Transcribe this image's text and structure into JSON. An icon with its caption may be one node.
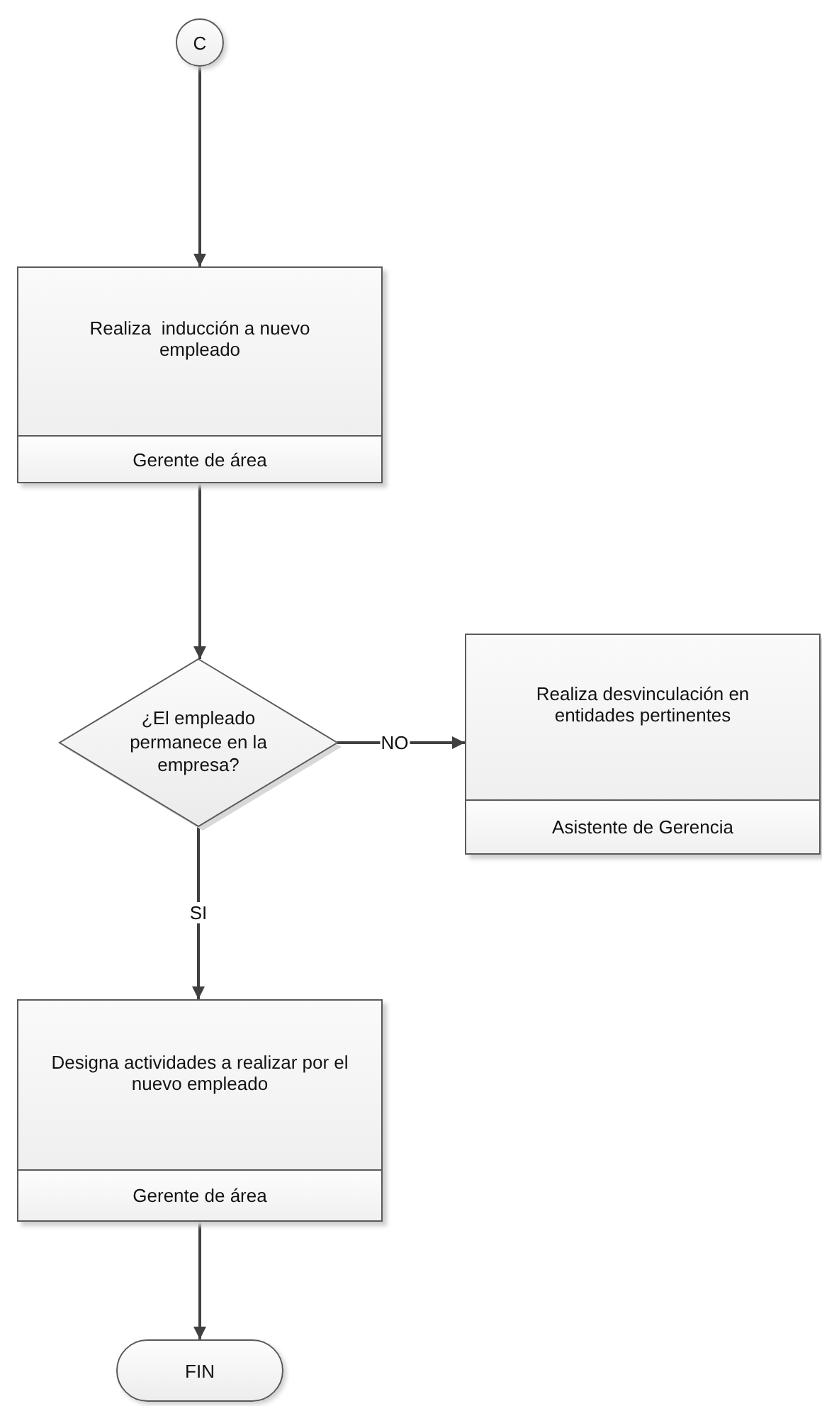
{
  "diagram": {
    "nodes": [
      {
        "text": [
          "C"
        ]
      },
      {
        "text": [
          "Realiza  inducción a nuevo empleado",
          "Gerente de área"
        ]
      },
      {
        "text": [
          "¿El empleado permanece en la empresa?"
        ]
      },
      {
        "text": [
          "Realiza desvinculación en entidades pertinentes",
          "Asistente de Gerencia"
        ]
      },
      {
        "text": [
          "Designa actividades a realizar por el nuevo empleado",
          "Gerente de área"
        ]
      },
      {
        "text": [
          "FIN"
        ]
      }
    ],
    "edges": [
      {
        "from": 0,
        "to": 1,
        "arrow": "to"
      },
      {
        "from": 1,
        "to": 2,
        "arrow": "to"
      },
      {
        "from": 2,
        "to": 3,
        "arrow": "to",
        "label": "NO"
      },
      {
        "from": 2,
        "to": 4,
        "arrow": "to",
        "label": "SI"
      },
      {
        "from": 4,
        "to": 5,
        "arrow": "to"
      }
    ]
  }
}
